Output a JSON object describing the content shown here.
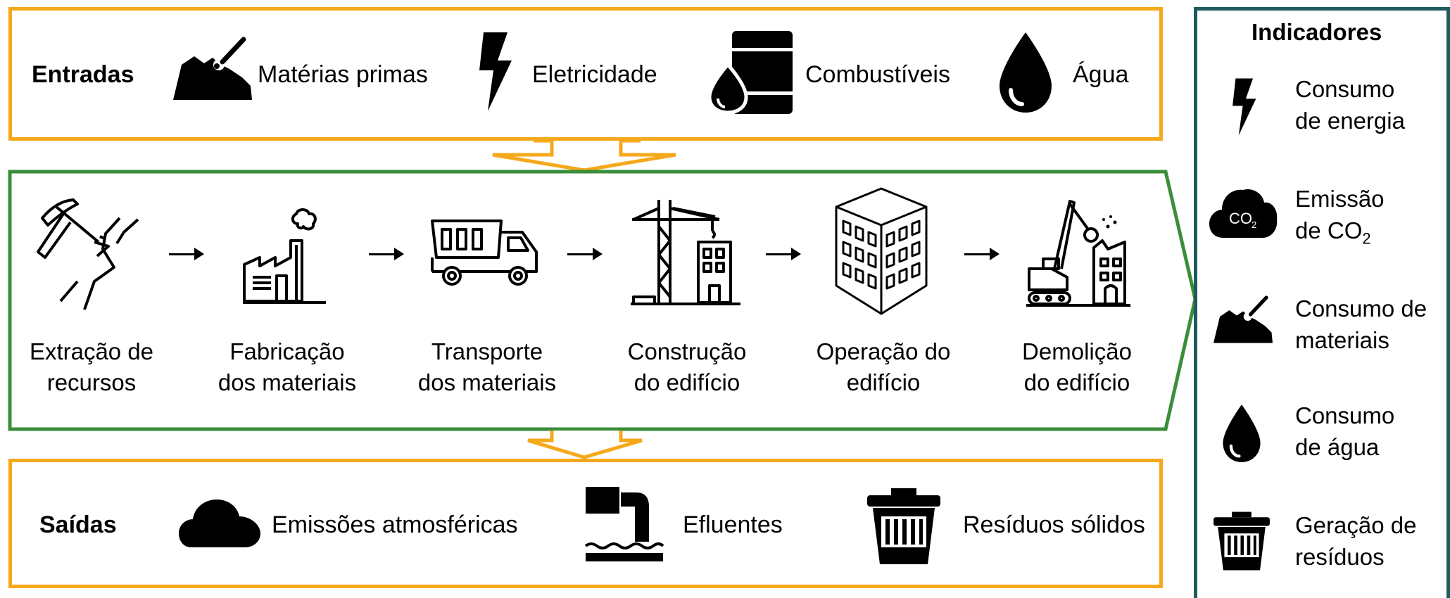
{
  "inputs": {
    "title": "Entradas",
    "items": [
      {
        "label": "Matérias primas",
        "icon": "raw-materials-icon"
      },
      {
        "label": "Eletricidade",
        "icon": "lightning-icon"
      },
      {
        "label": "Combustíveis",
        "icon": "fuel-barrel-icon"
      },
      {
        "label": "Água",
        "icon": "water-drop-icon"
      }
    ]
  },
  "stages": [
    {
      "line1": "Extração de",
      "line2": "recursos",
      "icon": "pickaxe-icon"
    },
    {
      "line1": "Fabricação",
      "line2": "dos materiais",
      "icon": "factory-icon"
    },
    {
      "line1": "Transporte",
      "line2": "dos materiais",
      "icon": "dump-truck-icon"
    },
    {
      "line1": "Construção",
      "line2": "do edifício",
      "icon": "crane-icon"
    },
    {
      "line1": "Operação do",
      "line2": "edifício",
      "icon": "building-icon"
    },
    {
      "line1": "Demolição",
      "line2": "do edifício",
      "icon": "demolition-icon"
    }
  ],
  "outputs": {
    "title": "Saídas",
    "items": [
      {
        "label": "Emissões atmosféricas",
        "icon": "cloud-icon"
      },
      {
        "label": "Efluentes",
        "icon": "effluent-pipe-icon"
      },
      {
        "label": "Resíduos sólidos",
        "icon": "trash-bin-icon"
      }
    ]
  },
  "indicators": {
    "title": "Indicadores",
    "items": [
      {
        "line1": "Consumo",
        "line2": "de energia",
        "icon": "lightning-icon"
      },
      {
        "line1": "Emissão",
        "line2_prefix": "de CO",
        "line2_sub": "2",
        "icon": "co2-cloud-icon",
        "badge": "CO",
        "badge_sub": "2"
      },
      {
        "line1": "Consumo de",
        "line2": "materiais",
        "icon": "raw-materials-icon"
      },
      {
        "line1": "Consumo",
        "line2": "de água",
        "icon": "water-drop-icon"
      },
      {
        "line1": "Geração de",
        "line2": "resíduos",
        "icon": "trash-bin-icon"
      }
    ]
  },
  "colors": {
    "inputs_border": "#F6A81B",
    "process_border": "#3A8E3A",
    "indicators_border": "#1F5A5F",
    "connector": "#F6A81B"
  }
}
